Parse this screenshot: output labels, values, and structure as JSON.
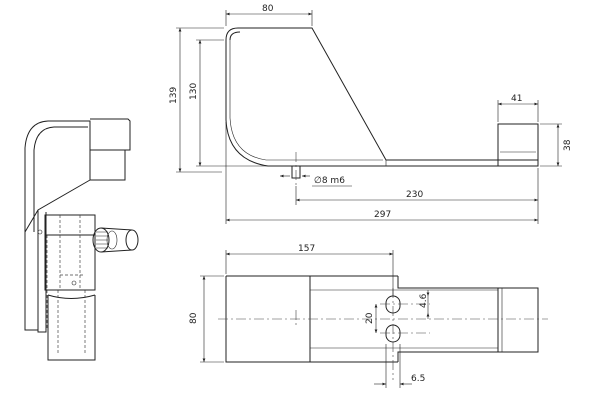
{
  "drawing": {
    "side_view": {
      "dimensions": {
        "top_width": "80",
        "overall_height": "139",
        "inner_height": "130",
        "tail_width": "41",
        "tail_height": "38",
        "pin_diameter": "∅8 m6",
        "pin_to_end": "230",
        "overall_length": "297"
      }
    },
    "plan_view": {
      "dimensions": {
        "body_length": "157",
        "width": "80",
        "slot_spacing": "4.6",
        "slot_pitch": "20",
        "slot_width": "6.5"
      }
    }
  }
}
